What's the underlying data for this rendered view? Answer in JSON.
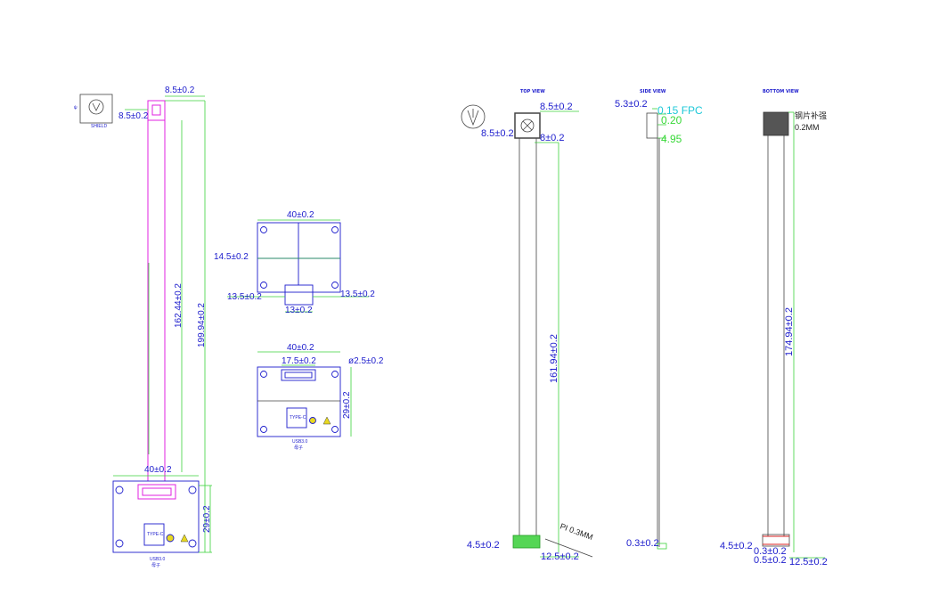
{
  "left_view": {
    "width_top": "8.5±0.2",
    "height_top": "8.5±0.2",
    "cable_length": "162.44±0.2",
    "total_length": "199.94±0.2",
    "board_width": "40±0.2",
    "board_height": "29±0.2",
    "board_label_1": "USB3.0",
    "board_label_2": "母子",
    "typec_label": "TYPE-C"
  },
  "mid_top": {
    "width": "40±0.2",
    "height": "14.5±0.2",
    "left": "13.5±0.2",
    "right": "13.5±0.2",
    "tab": "13±0.2"
  },
  "mid_bottom": {
    "width": "40±0.2",
    "connector": "17.5±0.2",
    "hole": "ø2.5±0.2",
    "height": "29±0.2",
    "typec_label": "TYPE-C",
    "board_label_1": "USB3.0",
    "board_label_2": "母子"
  },
  "top_view": {
    "title": "TOP VIEW",
    "width": "8.5±0.2",
    "height": "8.5±0.2",
    "inner": "8±0.2",
    "length": "161.94±0.2",
    "pi": "PI 0.3MM",
    "end_height": "4.5±0.2",
    "end_width": "12.5±0.2"
  },
  "side_view": {
    "title": "SIDE VIEW",
    "top_dim": "5.3±0.2",
    "fpc": "0.15 FPC",
    "stiff": "0.20",
    "total": "4.95",
    "bottom": "0.3±0.2"
  },
  "bottom_view": {
    "title": "BOTTOM VIEW",
    "stiffener_note": "钢片补强",
    "stiffener_thk": "0.2MM",
    "length": "174.94±0.2",
    "end_height": "4.5±0.2",
    "d1": "0.3±0.2",
    "d2": "0.5±0.2",
    "end_width": "12.5±0.2"
  }
}
